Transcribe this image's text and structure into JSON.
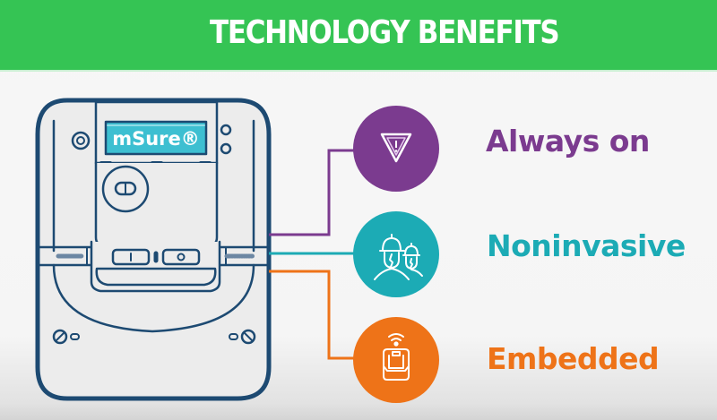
{
  "header": {
    "title": "TECHNOLOGY BENEFITS",
    "background": "#35c454"
  },
  "device": {
    "brand_display": "mSure®",
    "display_color": "#3dbfd1",
    "outline_color": "#1d4a72",
    "buttons": [
      "I",
      "O"
    ]
  },
  "benefits": [
    {
      "label": "Always on",
      "icon": "warning-triangle-icon",
      "color": "#7b3b8f"
    },
    {
      "label": "Noninvasive",
      "icon": "workers-hardhat-icon",
      "color": "#1cabb5"
    },
    {
      "label": "Embedded",
      "icon": "wireless-meter-icon",
      "color": "#ee7318"
    }
  ]
}
